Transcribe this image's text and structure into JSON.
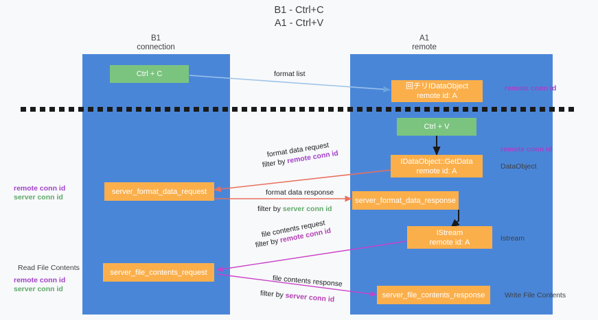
{
  "title": {
    "line1": "B1 - Ctrl+C",
    "line2": "A1 - Ctrl+V"
  },
  "columns": [
    {
      "name": "B1",
      "role": "connection"
    },
    {
      "name": "A1",
      "role": "remote"
    }
  ],
  "nodes": {
    "ctrl_c": {
      "label": "Ctrl + C",
      "color": "#7bc47f"
    },
    "ctrl_v": {
      "label": "Ctrl + V",
      "color": "#7bc47f"
    },
    "idataobject": {
      "line1": "回チリIDataObject",
      "line2": "remote id: A",
      "color": "#fbaf4b"
    },
    "getdata": {
      "line1": "IDataObject::GetData",
      "line2": "remote id: A",
      "color": "#fbaf4b"
    },
    "istream": {
      "line1": "IStream",
      "line2": "remote id: A",
      "color": "#fbaf4b"
    },
    "server_format_data_request": {
      "label": "server_format_data_request",
      "color": "#fbaf4b"
    },
    "server_format_data_response": {
      "label": "server_format_data_response",
      "color": "#fbaf4b"
    },
    "server_file_contents_request": {
      "label": "server_file_contents_request",
      "color": "#fbaf4b"
    },
    "server_file_contents_response": {
      "label": "server_file_contents_response",
      "color": "#fbaf4b"
    }
  },
  "edge_labels": {
    "format_list": "format list",
    "format_data_request": "format data request",
    "format_data_request_filter_prefix": "filter by ",
    "format_data_request_filter_key": "remote conn id",
    "format_data_response": "format data response",
    "format_data_response_filter_prefix": "filter by ",
    "format_data_response_filter_key": "server conn id",
    "file_contents_request": "file contents request",
    "file_contents_request_filter_prefix": "filter by ",
    "file_contents_request_filter_key": "remote conn id",
    "file_contents_response": "file contents response",
    "file_contents_response_filter_prefix": "filter by ",
    "file_contents_response_filter_key": "server conn id"
  },
  "annotations": {
    "right_remote_conn_id_top": "remote conn id",
    "right_remote_conn_id_mid": "remote conn id",
    "right_dataobject": "DataObject",
    "right_istream": "Istream",
    "right_write_file_contents": "Write File Contents",
    "left_remote_conn_id_mid": "remote conn id",
    "left_server_conn_id_mid": "server conn id",
    "left_read_file_contents": "Read File Contents",
    "left_remote_conn_id_bottom": "remote conn id",
    "left_server_conn_id_bottom": "server conn id"
  },
  "colors": {
    "lane": "#4a86d8",
    "green_node": "#7bc47f",
    "orange_node": "#fbaf4b",
    "purple": "#a142c8",
    "green_text": "#5fa96a",
    "arrow_blue": "#9dc3ea",
    "arrow_red": "#e8705f",
    "arrow_magenta": "#c councillor",
    "arrow_black": "#1a1a1a",
    "background": "#f8f9fa"
  }
}
